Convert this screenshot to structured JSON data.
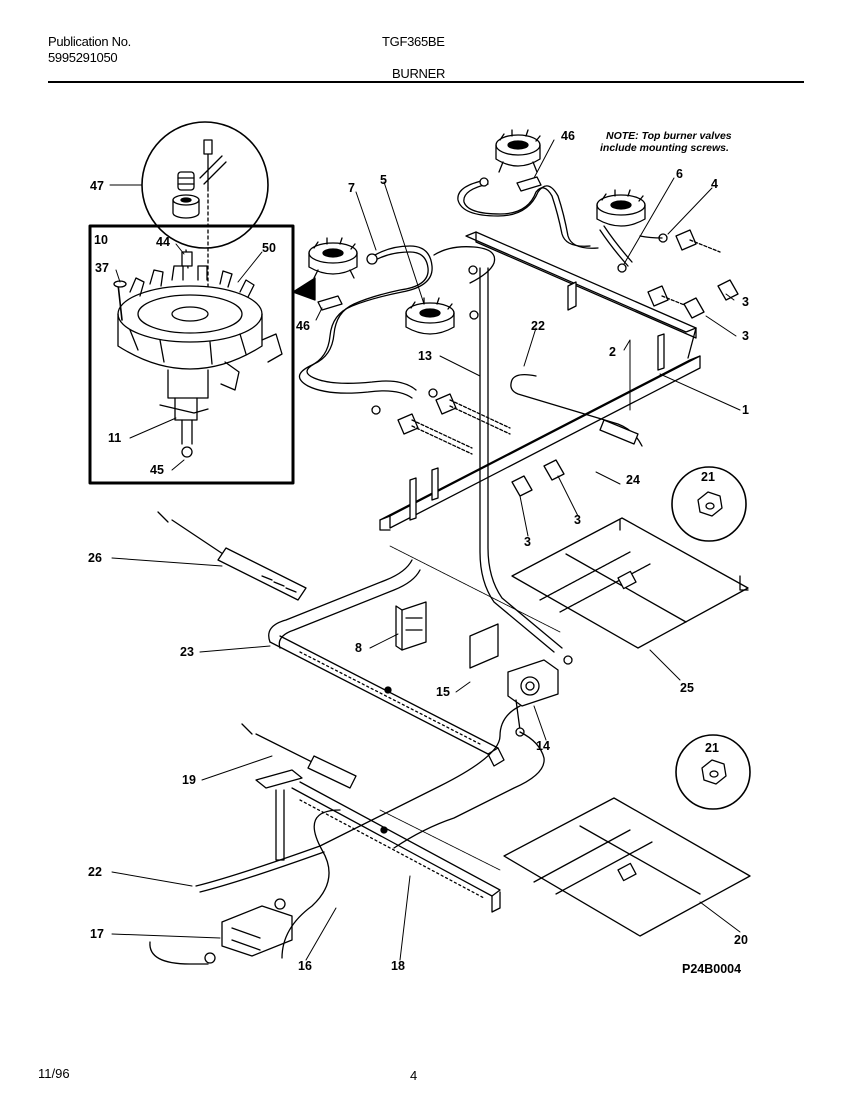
{
  "header": {
    "publication_label": "Publication No.",
    "publication_number": "5995291050",
    "model": "TGF365BE",
    "section": "BURNER"
  },
  "note": {
    "line1": "NOTE: Top burner valves",
    "line2": "include mounting screws."
  },
  "diagram_code": "P24B0004",
  "footer": {
    "date": "11/96",
    "page": "4"
  },
  "callouts": {
    "c1": "1",
    "c2": "2",
    "c3a": "3",
    "c3b": "3",
    "c3c": "3",
    "c3d": "3",
    "c4": "4",
    "c5": "5",
    "c6": "6",
    "c7": "7",
    "c8": "8",
    "c10": "10",
    "c11": "11",
    "c13": "13",
    "c14": "14",
    "c15": "15",
    "c16": "16",
    "c17": "17",
    "c18": "18",
    "c19": "19",
    "c20": "20",
    "c21a": "21",
    "c21b": "21",
    "c22a": "22",
    "c22b": "22",
    "c23": "23",
    "c24": "24",
    "c25": "25",
    "c26": "26",
    "c37": "37",
    "c44": "44",
    "c45": "45",
    "c46a": "46",
    "c46b": "46",
    "c47": "47",
    "c50": "50"
  }
}
